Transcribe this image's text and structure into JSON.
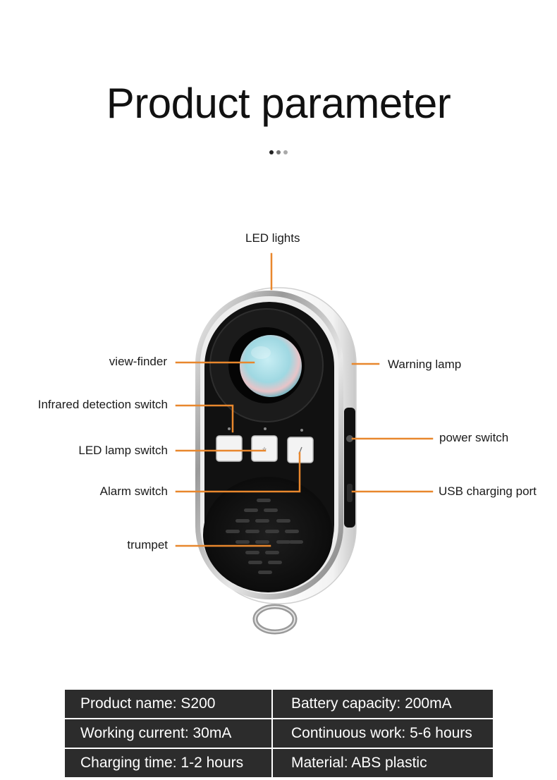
{
  "title": "Product parameter",
  "colors": {
    "accent_orange": "#e8872d",
    "table_bg": "#2c2c2c",
    "dot_active": "#222222",
    "dot_mid": "#777777",
    "dot_light": "#aaaaaa"
  },
  "callouts": {
    "led_lights": "LED lights",
    "view_finder": "view-finder",
    "infrared_switch": "Infrared detection switch",
    "led_lamp_switch": "LED lamp switch",
    "alarm_switch": "Alarm switch",
    "trumpet": "trumpet",
    "warning_lamp": "Warning lamp",
    "power_switch": "power switch",
    "usb_port": "USB charging port"
  },
  "specs": [
    [
      "Product name: S200",
      "Battery capacity: 200mA"
    ],
    [
      "Working current: 30mA",
      "Continuous work: 5-6 hours"
    ],
    [
      "Charging time: 1-2 hours",
      "Material: ABS plastic"
    ]
  ]
}
